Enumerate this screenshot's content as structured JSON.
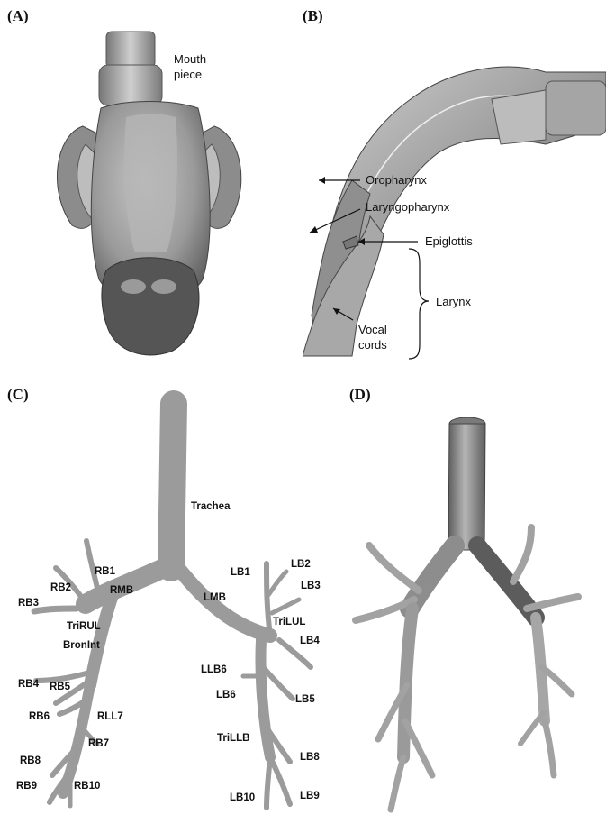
{
  "panels": {
    "a": {
      "letter": "(A)",
      "labels": {
        "mouth": "Mouth",
        "piece": "piece"
      }
    },
    "b": {
      "letter": "(B)",
      "labels": {
        "oropharynx": "Oropharynx",
        "laryngopharynx": "Laryngopharynx",
        "epiglottis": "Epiglottis",
        "larynx": "Larynx",
        "vocal": "Vocal",
        "cords": "cords"
      }
    },
    "c": {
      "letter": "(C)",
      "labels": {
        "trachea": "Trachea",
        "rb1": "RB1",
        "rb2": "RB2",
        "rb3": "RB3",
        "rmb": "RMB",
        "triRUL": "TriRUL",
        "bronInt": "BronInt",
        "rb4": "RB4",
        "rb5": "RB5",
        "rb6": "RB6",
        "rll7": "RLL7",
        "rb7": "RB7",
        "rb8": "RB8",
        "rb9": "RB9",
        "rb10": "RB10",
        "lmb": "LMB",
        "lb1": "LB1",
        "lb2": "LB2",
        "lb3": "LB3",
        "triLUL": "TriLUL",
        "lb4": "LB4",
        "llb6": "LLB6",
        "lb6": "LB6",
        "lb5": "LB5",
        "triLLB": "TriLLB",
        "lb8": "LB8",
        "lb10": "LB10",
        "lb9": "LB9"
      }
    },
    "d": {
      "letter": "(D)"
    }
  },
  "colors": {
    "surface": "#a9a9a9",
    "shadow": "#6f6f6f",
    "dark": "#4e4e4e",
    "text": "#111111"
  }
}
